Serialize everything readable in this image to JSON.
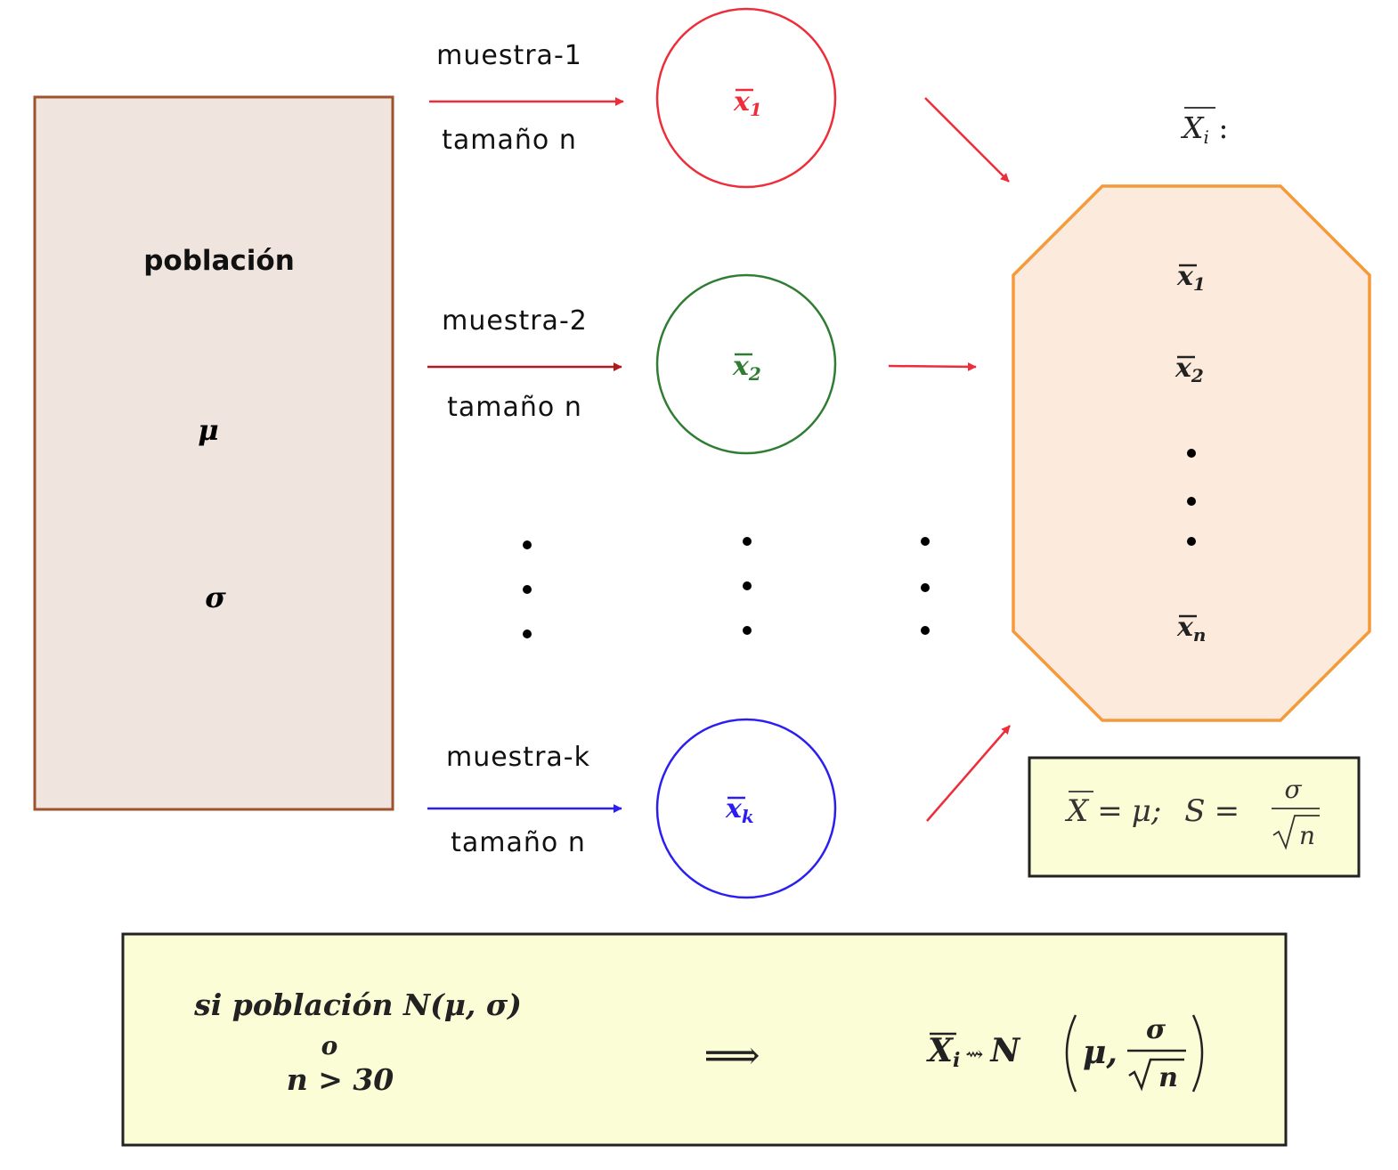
{
  "population": {
    "title": "población",
    "mu": "μ",
    "sigma": "σ"
  },
  "samples": [
    {
      "label": "muestra-1",
      "size": "tamaño n",
      "mean_base": "x",
      "mean_sub": "1",
      "color": "#ee2d3a"
    },
    {
      "label": "muestra-2",
      "size": "tamaño n",
      "mean_base": "x",
      "mean_sub": "2",
      "color": "#2e7d32"
    },
    {
      "label": "muestra-k",
      "size": "tamaño n",
      "mean_base": "x",
      "mean_sub": "k",
      "color": "#2a1ff0"
    }
  ],
  "arrow_colors": {
    "sample1": "#ee2d3a",
    "sample2": "#b01a1a",
    "samplek": "#2a1ff0",
    "to_set": "#ee2d3a"
  },
  "set": {
    "title_base": "X",
    "title_sub": "i",
    "title_suffix": " :",
    "items": [
      {
        "base": "x",
        "sub": "1"
      },
      {
        "base": "x",
        "sub": "2"
      },
      {
        "base": "x",
        "sub": "n"
      }
    ],
    "fill": "#fcebdc",
    "stroke": "#f59a3a"
  },
  "formula_box": {
    "lhs_base": "X",
    "eq1": "=",
    "mu": "μ;",
    "s": "S",
    "eq2": "=",
    "num": "σ",
    "den": "n",
    "fill": "#fbfdd6"
  },
  "condition_box": {
    "line1": "si población N(μ, σ)",
    "line2": "o",
    "line3": "n > 30",
    "implies": "⟹",
    "result_base": "X",
    "result_sub": "i",
    "result_rel": "⇝",
    "result_n": "N",
    "result_mu": "μ,",
    "result_num": "σ",
    "result_den": "n",
    "fill": "#fbfdd6"
  },
  "colors": {
    "population_fill": "#f0e4de",
    "population_stroke": "#a0522d"
  }
}
